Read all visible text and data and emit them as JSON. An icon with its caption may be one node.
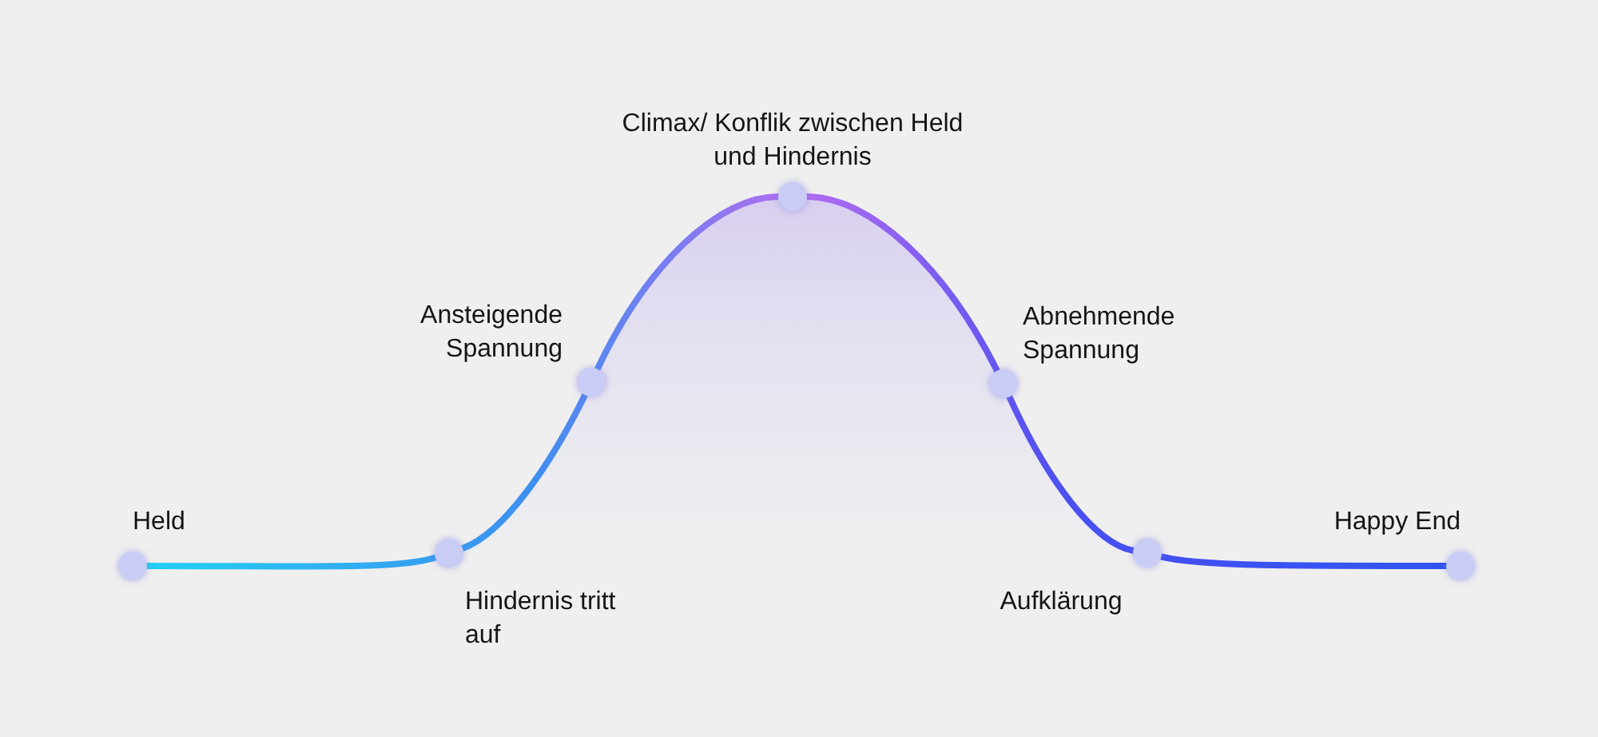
{
  "diagram": {
    "nodes": [
      {
        "text": [
          "Held"
        ]
      },
      {
        "text": [
          "Hindernis tritt auf"
        ]
      },
      {
        "text": [
          "Ansteigende Spannung"
        ]
      },
      {
        "text": [
          "Climax/ Konflik zwischen Held und Hindernis"
        ]
      },
      {
        "text": [
          "Abnehmende Spannung"
        ]
      },
      {
        "text": [
          "Aufklärung"
        ]
      },
      {
        "text": [
          "Happy End"
        ]
      }
    ],
    "edges": [
      {
        "from": 0,
        "to": 1,
        "arrow": "none"
      },
      {
        "from": 1,
        "to": 2,
        "arrow": "none"
      },
      {
        "from": 2,
        "to": 3,
        "arrow": "none"
      },
      {
        "from": 3,
        "to": 4,
        "arrow": "none"
      },
      {
        "from": 4,
        "to": 5,
        "arrow": "none"
      },
      {
        "from": 5,
        "to": 6,
        "arrow": "none"
      }
    ]
  }
}
